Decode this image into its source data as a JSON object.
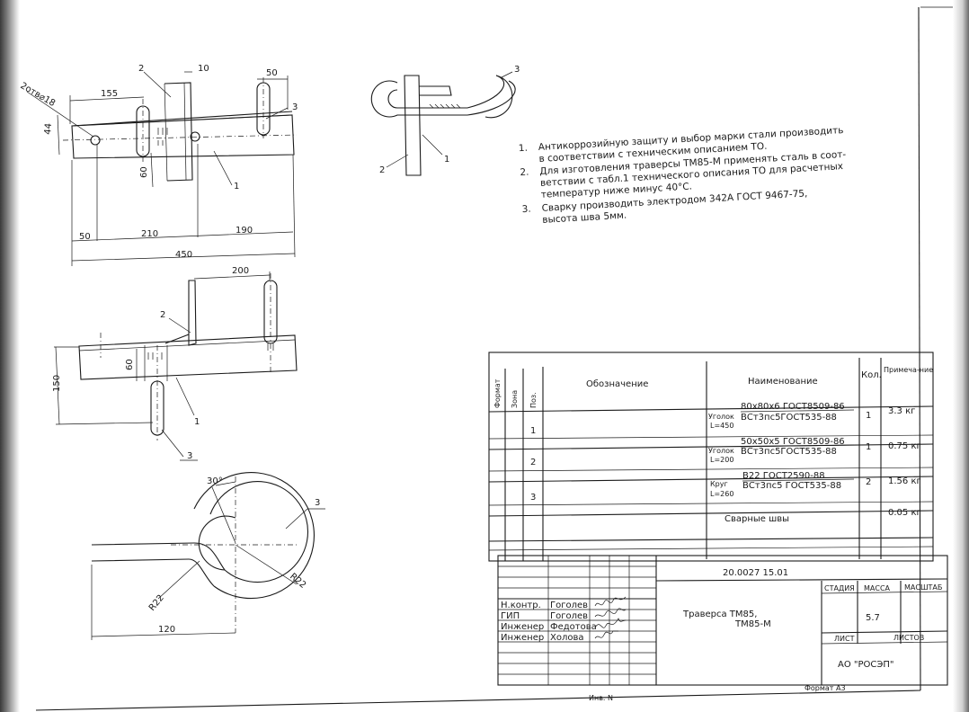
{
  "notes": [
    {
      "num": "1.",
      "lines": [
        "Антикоррозийную защиту и выбор марки стали производить",
        "в соответствии с техническим описанием ТО."
      ]
    },
    {
      "num": "2.",
      "lines": [
        "Для изготовления траверсы ТМ85-М применять сталь в соот-",
        "ветствии с табл.1 технического описания ТО для расчетных",
        "температур ниже минус 40°С."
      ]
    },
    {
      "num": "3.",
      "lines": [
        "Сварку производить электродом 342А ГОСТ 9467-75,",
        "высота шва 5мм."
      ]
    }
  ],
  "views": {
    "top": {
      "dims": {
        "d155": "155",
        "d10": "10",
        "d50top": "50",
        "d44": "44",
        "d60": "60",
        "d50": "50",
        "d210": "210",
        "d190": "190",
        "d450": "450",
        "holes": "2отв⌀18"
      },
      "leaders": {
        "p1": "1",
        "p2": "2",
        "p3": "3"
      }
    },
    "side": {
      "dims": {
        "d200": "200",
        "d60": "60",
        "d150": "150"
      },
      "leaders": {
        "p1": "1",
        "p2": "2",
        "p3": "3"
      }
    },
    "detail": {
      "leaders": {
        "p1": "1",
        "p2": "2",
        "p3": "3"
      }
    },
    "hook": {
      "dims": {
        "angle": "30°",
        "r1": "R22",
        "r2": "R22",
        "d120": "120"
      },
      "leaders": {
        "p3": "3"
      }
    }
  },
  "spec_table": {
    "headers": {
      "format": "Формат",
      "zone": "Зона",
      "pos": "Поз.",
      "designation": "Обозначение",
      "name": "Наименование",
      "qty": "Кол.",
      "note": "Примеча-ние"
    },
    "rows": [
      {
        "pos": "1",
        "name_prefix": "Уголок",
        "name_top": "80x80x6 ГОСТ8509-86",
        "name_bottom": "ВСт3пс5ГОСТ535-88",
        "length": "L=450",
        "qty": "1",
        "note": "3.3 кг"
      },
      {
        "pos": "2",
        "name_prefix": "Уголок",
        "name_top": "50x50x5 ГОСТ8509-86",
        "name_bottom": "ВСт3пс5ГОСТ535-88",
        "length": "L=200",
        "qty": "1",
        "note": "0.75 кг"
      },
      {
        "pos": "3",
        "name_prefix": "Круг",
        "name_top": "В22 ГОСТ2590-88",
        "name_bottom": "ВСт3пс5 ГОСТ535-88",
        "length": "L=260",
        "qty": "2",
        "note": "1.56 кг"
      },
      {
        "pos": "",
        "name": "Сварные швы",
        "qty": "",
        "note": "0.05 кг"
      }
    ]
  },
  "title_block": {
    "doc_number": "20.0027 15.01",
    "title_line1": "Траверса ТМ85,",
    "title_line2": "ТМ85-М",
    "stage_label": "СТАДИЯ",
    "mass_label": "МАССА",
    "scale_label": "МАСШТАБ",
    "mass_value": "5.7",
    "sheet_label": "ЛИСТ",
    "sheets_label": "ЛИСТОВ",
    "organization": "АО \"РОСЭП\"",
    "roles": [
      {
        "role": "Н.контр.",
        "name": "Гоголев"
      },
      {
        "role": "ГИП",
        "name": "Гоголев"
      },
      {
        "role": "Инженер",
        "name": "Федотова"
      },
      {
        "role": "Инженер",
        "name": "Холова"
      }
    ]
  },
  "footer": {
    "format_label": "Формат А3",
    "inv_label": "Инв. N"
  }
}
